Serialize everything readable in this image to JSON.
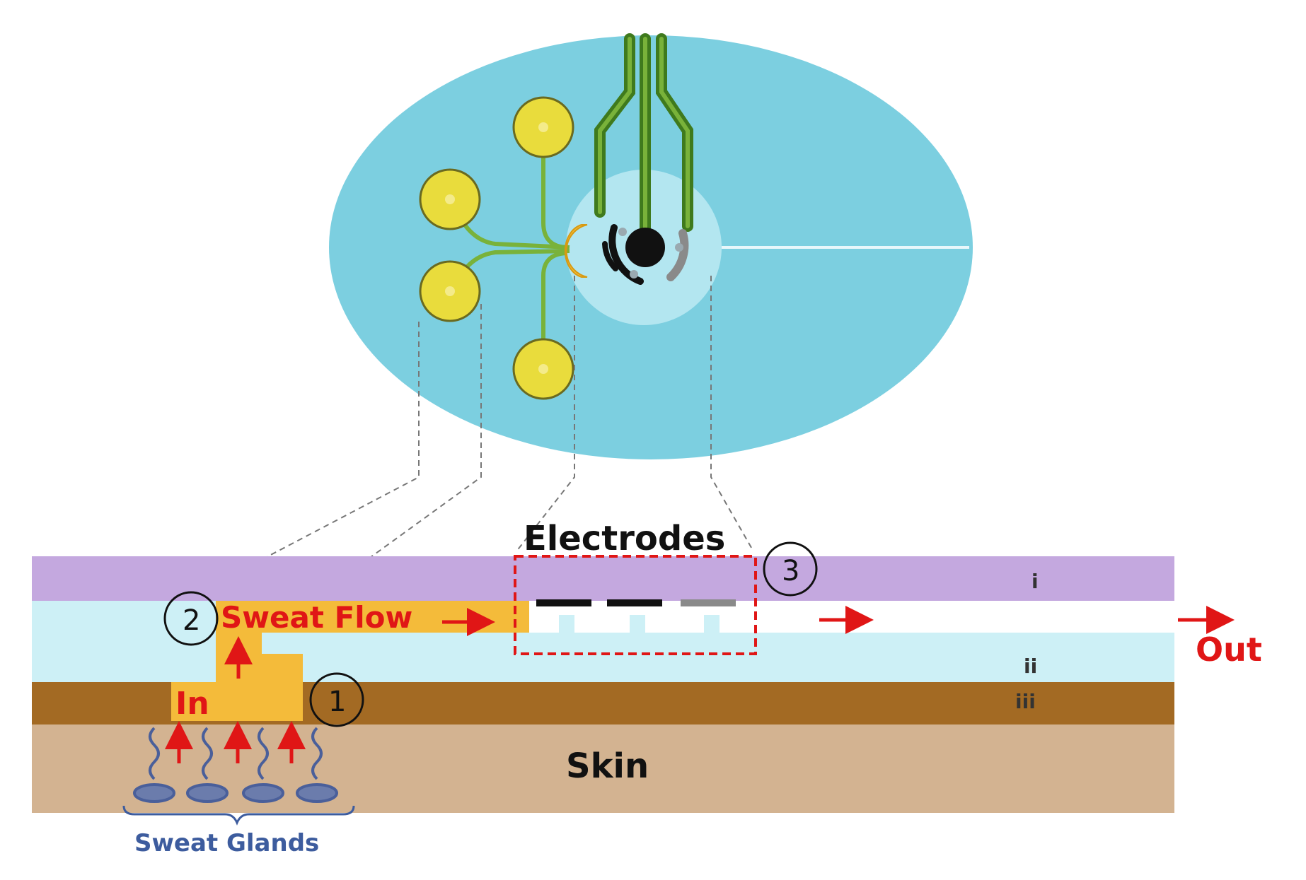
{
  "labels": {
    "electrodes": "Electrodes",
    "sweat_flow": "Sweat Flow",
    "in": "In",
    "out": "Out",
    "skin": "Skin",
    "sweat_glands": "Sweat Glands",
    "layer_i": "i",
    "layer_ii": "ii",
    "layer_iii": "iii",
    "step_1": "1",
    "step_2": "2",
    "step_3": "3"
  },
  "colors": {
    "disk": "#7ccfe0",
    "disk_center": "#b3e6f0",
    "layer_i": "#c4a8df",
    "layer_ii": "#cdf0f6",
    "layer_iii": "#a36a23",
    "skin": "#d3b391",
    "channel": "#f4bb3a",
    "arrow_red": "#e01616",
    "pad_yellow": "#e9dc3c",
    "trace_green": "#79b23a",
    "lead_green": "#3f7a1d",
    "gland_blue": "#4a5f9a",
    "label_blue": "#3d5c9e"
  }
}
